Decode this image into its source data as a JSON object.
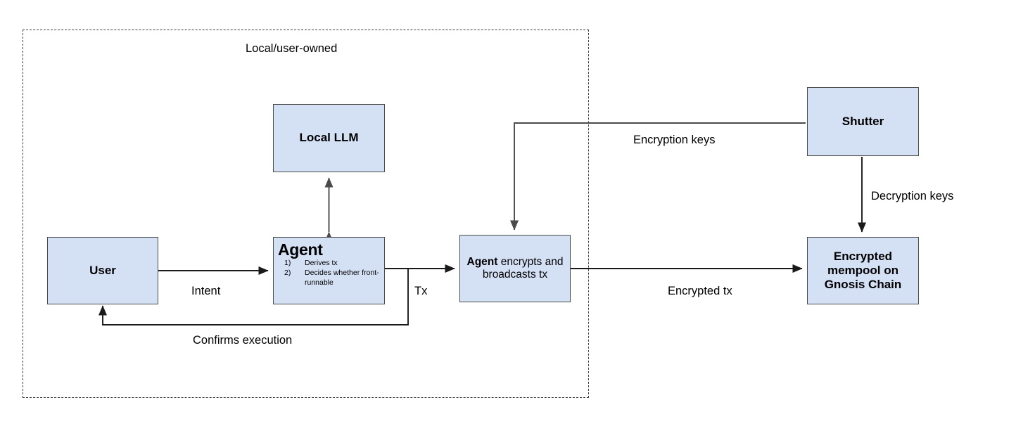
{
  "diagram": {
    "title": "Local/user-owned",
    "colors": {
      "node_fill": "#d4e1f5",
      "node_stroke": "#4a4a4a",
      "wire": "#1a1a1a",
      "zone_border": "#3a3a3a",
      "background": "#ffffff"
    },
    "zone": {
      "label": "Local/user-owned",
      "style": "dashed"
    },
    "nodes": [
      {
        "id": "user",
        "label": "User"
      },
      {
        "id": "llm",
        "label": "Local LLM"
      },
      {
        "id": "agent",
        "title": "Agent",
        "steps": [
          {
            "num": "1)",
            "text": "Derives tx"
          },
          {
            "num": "2)",
            "text": "Decides whether front-runnable"
          }
        ]
      },
      {
        "id": "encrypt",
        "strong": "Agent",
        "rest": " encrypts and broadcasts tx"
      },
      {
        "id": "shutter",
        "label": "Shutter"
      },
      {
        "id": "mempool",
        "label": "Encrypted mempool on Gnosis Chain"
      }
    ],
    "edges": [
      {
        "id": "intent",
        "label": "Intent",
        "from": "user",
        "to": "agent"
      },
      {
        "id": "tx",
        "label": "Tx",
        "from": "agent",
        "to": "encrypt"
      },
      {
        "id": "confirms",
        "label": "Confirms execution",
        "from": "agent",
        "to": "user"
      },
      {
        "id": "llm-link",
        "label": "",
        "from": "agent",
        "to": "llm",
        "bidirectional": true
      },
      {
        "id": "encryption-keys",
        "label": "Encryption keys",
        "from": "shutter",
        "to": "encrypt"
      },
      {
        "id": "decryption-keys",
        "label": "Decryption keys",
        "from": "shutter",
        "to": "mempool"
      },
      {
        "id": "encrypted-tx",
        "label": "Encrypted tx",
        "from": "encrypt",
        "to": "mempool"
      }
    ]
  }
}
